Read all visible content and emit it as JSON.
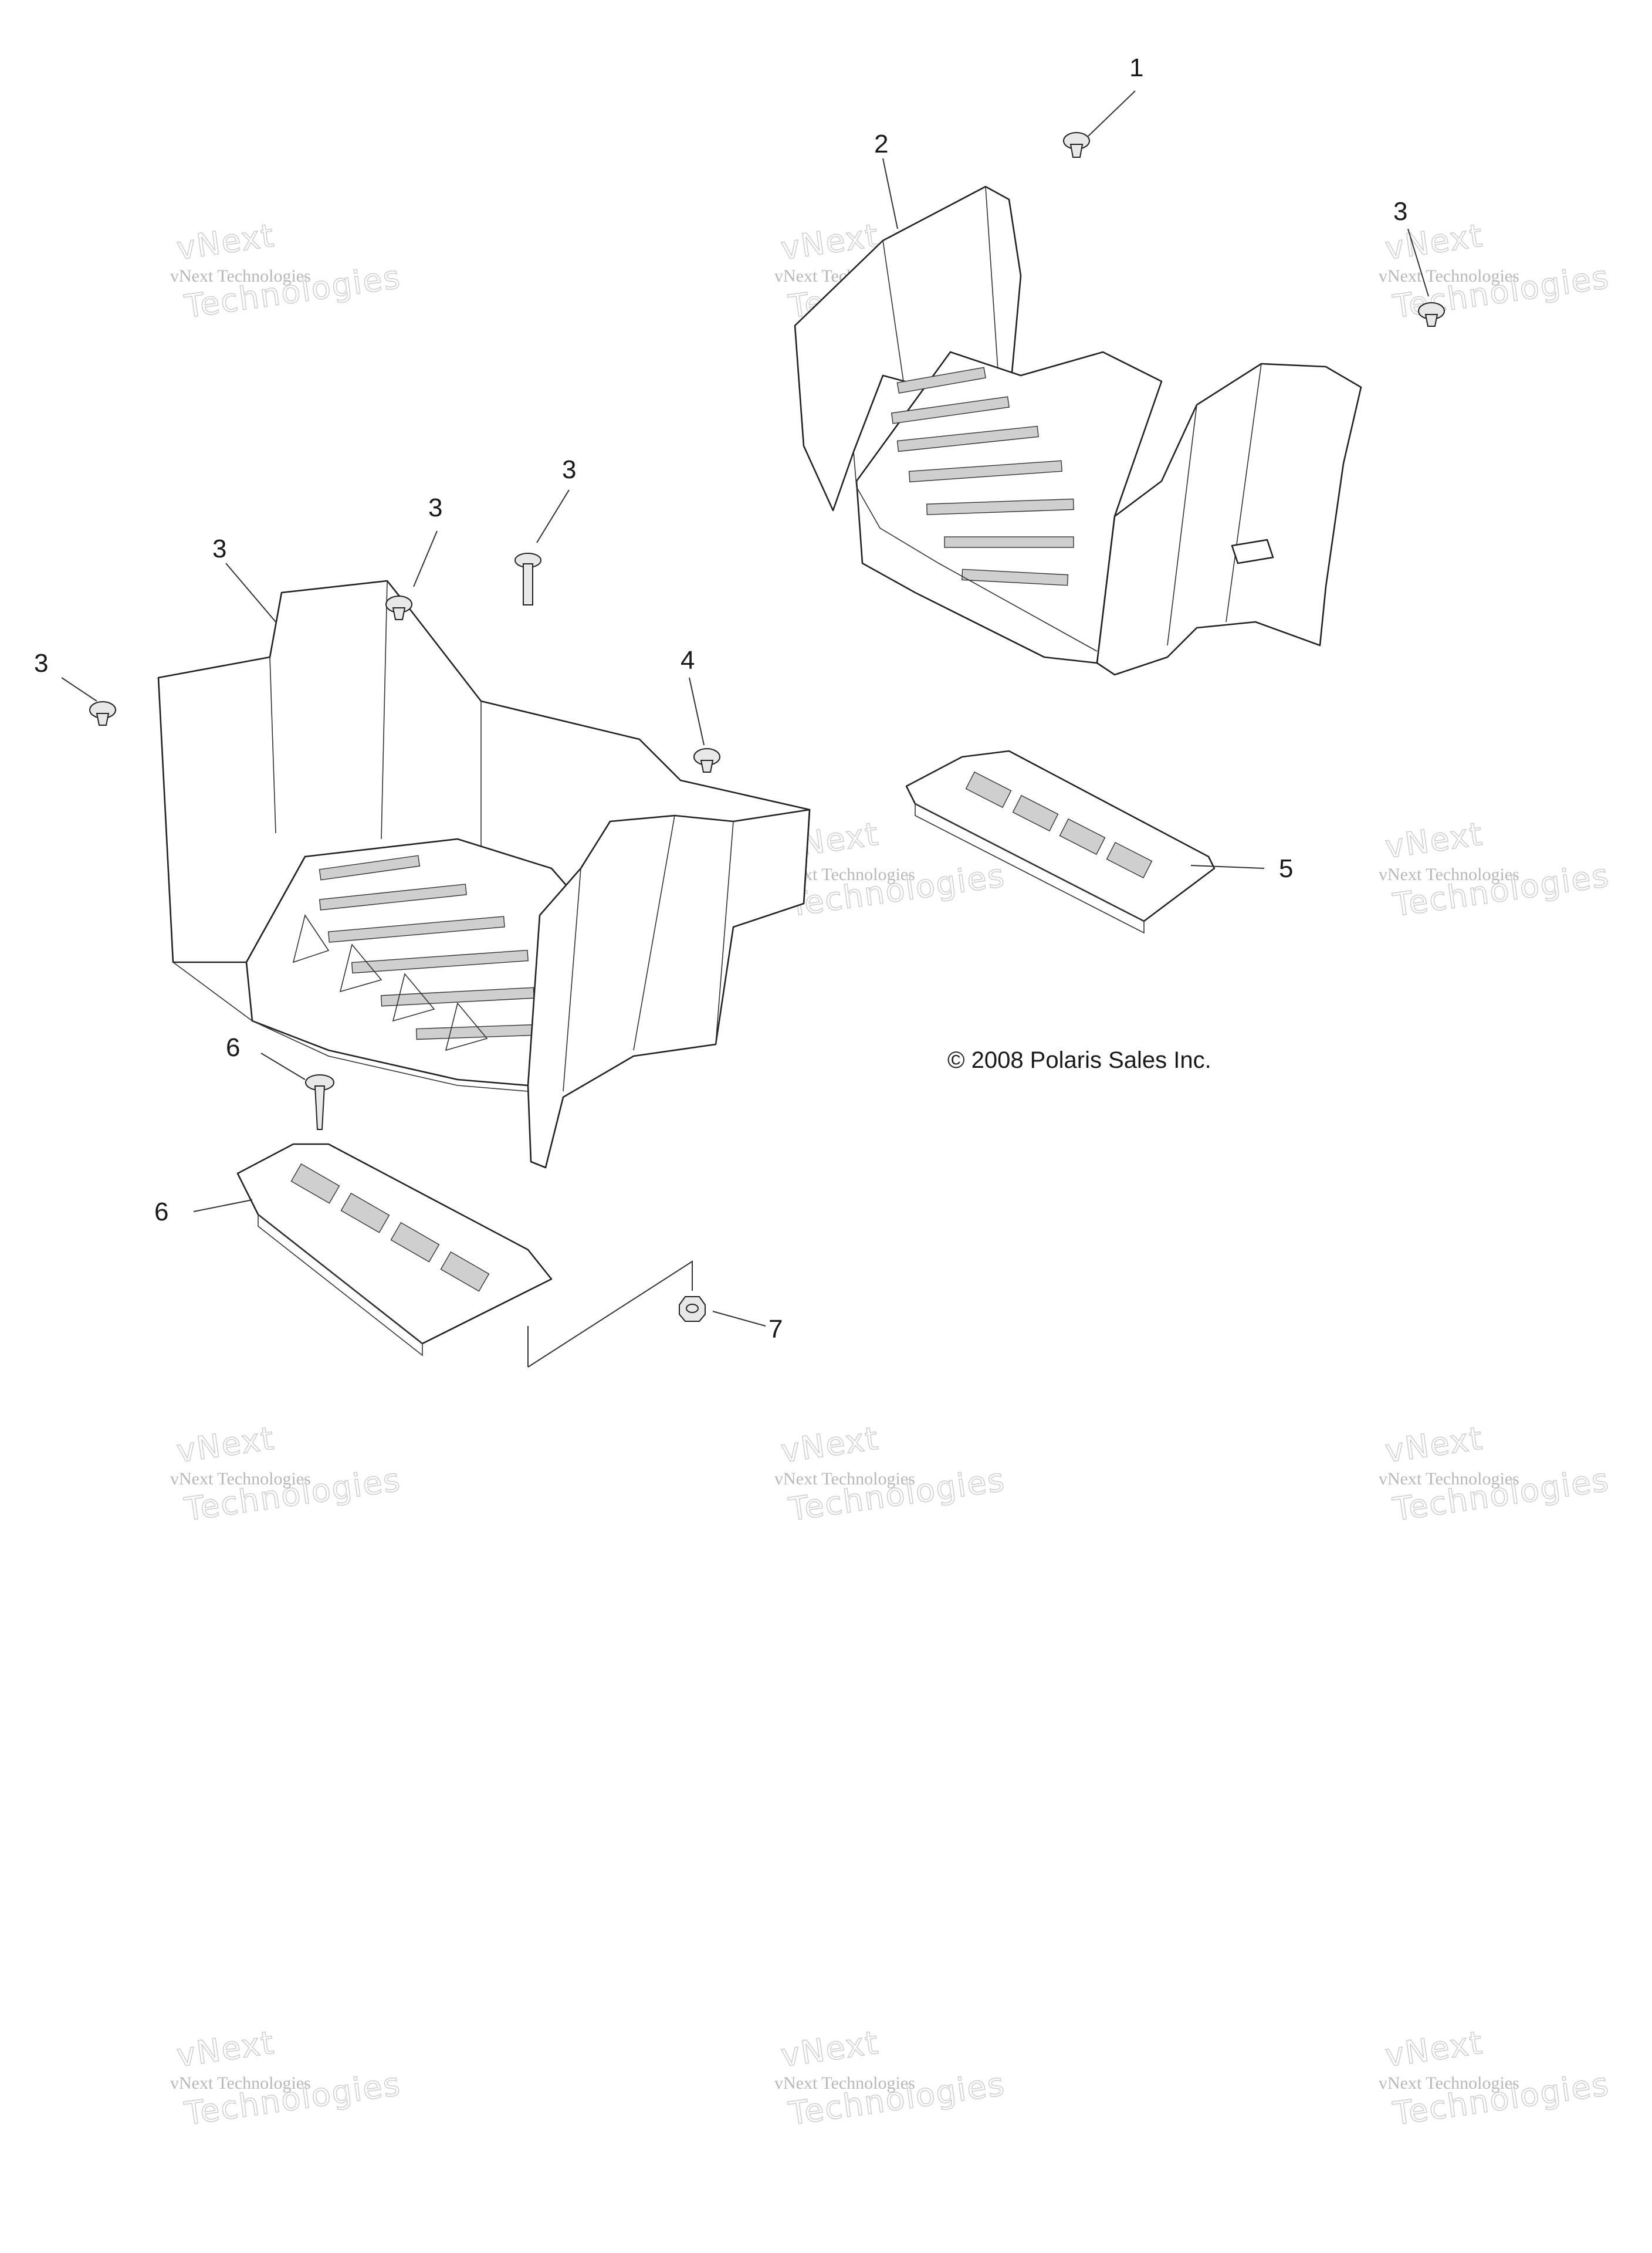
{
  "copyright": "© 2008 Polaris Sales Inc.",
  "callouts": [
    {
      "id": "c1",
      "label": "1"
    },
    {
      "id": "c2",
      "label": "2"
    },
    {
      "id": "c3a",
      "label": "3"
    },
    {
      "id": "c3b",
      "label": "3"
    },
    {
      "id": "c3c",
      "label": "3"
    },
    {
      "id": "c3d",
      "label": "3"
    },
    {
      "id": "c3e",
      "label": "3"
    },
    {
      "id": "c4",
      "label": "4"
    },
    {
      "id": "c5",
      "label": "5"
    },
    {
      "id": "c6a",
      "label": "6"
    },
    {
      "id": "c6b",
      "label": "6"
    },
    {
      "id": "c7",
      "label": "7"
    }
  ],
  "watermark": {
    "line1": "vNext Technologies",
    "line2": "vNext",
    "line3": "Technologies"
  }
}
